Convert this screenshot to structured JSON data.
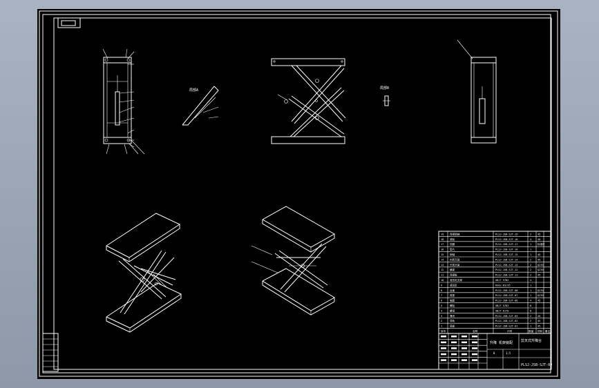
{
  "title_block": {
    "drawing_name": "剪叉式升降台",
    "drawing_number": "PLSJ-JSB-SJT-00",
    "scale_label": "1:5",
    "drawing_name_left": "升降 机架装配",
    "sub_label": "0",
    "material_label": "",
    "sheet_label": ""
  },
  "bom": {
    "headers": [
      "序号",
      "名称",
      "代号",
      "数量",
      "材料",
      "备注"
    ],
    "rows": [
      {
        "no": "19",
        "name": "连接销轴",
        "code": "PLSJ-JSB-SJT-19",
        "qty": "2",
        "mat": "45"
      },
      {
        "no": "18",
        "name": "滚轮",
        "code": "PLSJ-JSB-SJT-18",
        "qty": "4",
        "mat": "45"
      },
      {
        "no": "17",
        "name": "挡圈",
        "code": "PLSJ-JSB-SJT-17",
        "qty": "1",
        "mat": "标准件"
      },
      {
        "no": "16",
        "name": "垫片",
        "code": "PLSJ-JSB-SJT-16",
        "qty": "1",
        "mat": ""
      },
      {
        "no": "15",
        "name": "销轴",
        "code": "PLSJ-JSB-SJT-15",
        "qty": "1",
        "mat": "45"
      },
      {
        "no": "14",
        "name": "内剪叉臂",
        "code": "PLSJ-JSB-SJT-14",
        "qty": "2",
        "mat": "45"
      },
      {
        "no": "13",
        "name": "外剪叉臂",
        "code": "PLSJ-JSB-SJT-13",
        "qty": "2",
        "mat": "Q235"
      },
      {
        "no": "12",
        "name": "横梁",
        "code": "PLSJ-JSB-SJT-12",
        "qty": "2",
        "mat": "Q235"
      },
      {
        "no": "11",
        "name": "连接板",
        "code": "PLSJ-JSB-SJT-11",
        "qty": "2",
        "mat": "45"
      },
      {
        "no": "10",
        "name": "液压缸支架",
        "code": "GB/T 5782",
        "qty": "4",
        "mat": ""
      },
      {
        "no": "9",
        "name": "液压缸",
        "code": "HSGL-63/35",
        "qty": "1",
        "mat": ""
      },
      {
        "no": "8",
        "name": "台面",
        "code": "PLSJ-JSB-SJT-08",
        "qty": "1",
        "mat": "Q235"
      },
      {
        "no": "7",
        "name": "底座",
        "code": "PLSJ-JSB-SJT-07",
        "qty": "1",
        "mat": "Q235"
      },
      {
        "no": "6",
        "name": "轴套",
        "code": "PLSJ-JSB-SJT-06",
        "qty": "4",
        "mat": "45"
      },
      {
        "no": "5",
        "name": "螺栓",
        "code": "GB/T 5783",
        "qty": "8",
        "mat": ""
      },
      {
        "no": "4",
        "name": "螺母",
        "code": "GB/T 6170",
        "qty": "8",
        "mat": ""
      },
      {
        "no": "3",
        "name": "滑块",
        "code": "PLSJ-JSB-SJT-03",
        "qty": "2",
        "mat": "45"
      },
      {
        "no": "2",
        "name": "导轨",
        "code": "PLSJ-JSB-SJT-02",
        "qty": "2",
        "mat": "45"
      },
      {
        "no": "1",
        "name": "底板",
        "code": "PLSJ-JSB-SJT-01",
        "qty": "1",
        "mat": "45"
      }
    ]
  },
  "section_labels": {
    "a": "局部A",
    "b": "局部B"
  },
  "colors": {
    "sheet": "#000000",
    "lines": "#ffffff",
    "backdrop": "#9aa4b3"
  }
}
